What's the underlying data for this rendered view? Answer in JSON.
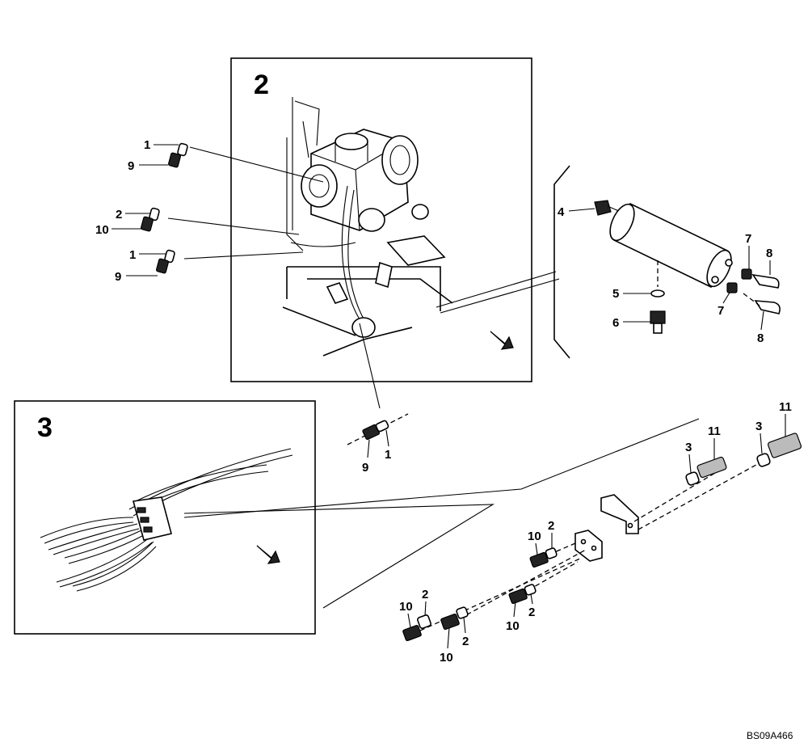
{
  "insets": {
    "inset_2": "2",
    "inset_3": "3"
  },
  "callouts": {
    "c1a": "1",
    "c9a": "9",
    "c2a": "2",
    "c10a": "10",
    "c1b": "1",
    "c9b": "9",
    "c4": "4",
    "c5": "5",
    "c6": "6",
    "c7a": "7",
    "c8a": "8",
    "c7b": "7",
    "c8b": "8",
    "c9c": "9",
    "c1c": "1",
    "c3a": "3",
    "c11a": "11",
    "c3b": "3",
    "c11b": "11",
    "c10b": "10",
    "c2b": "2",
    "c10c": "10",
    "c2c": "2",
    "c10d": "10",
    "c2d": "2",
    "c10e": "10",
    "c2e": "2"
  },
  "drawing_code": "BS09A466"
}
